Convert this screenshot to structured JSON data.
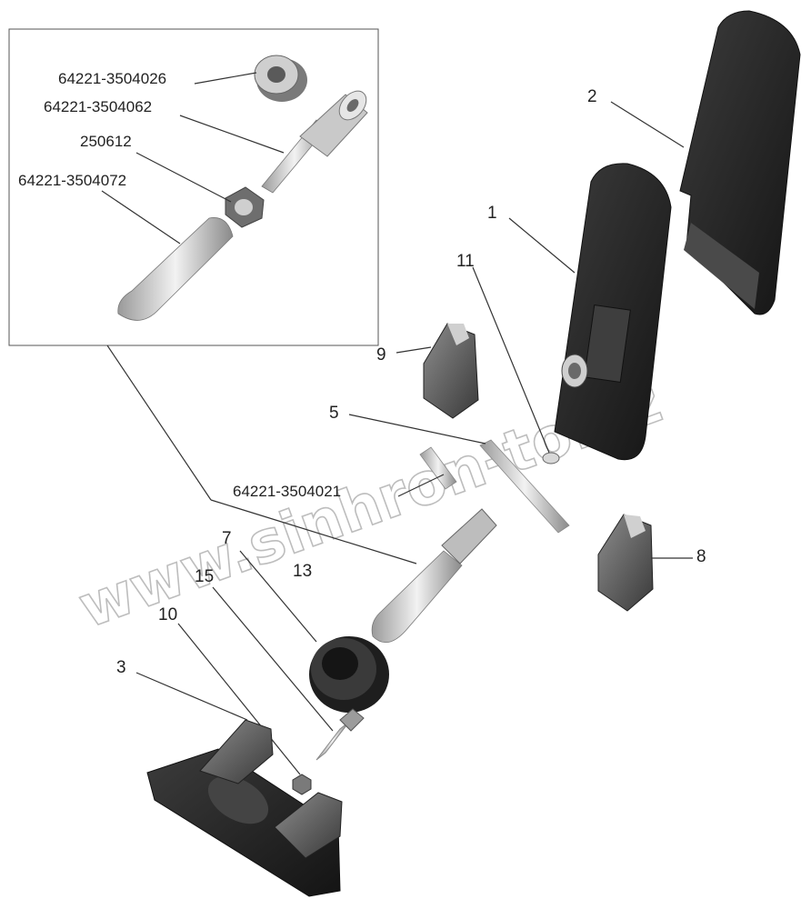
{
  "inset": {
    "part_numbers": [
      "64221-3504026",
      "64221-3504062",
      "250612",
      "64221-3504072"
    ]
  },
  "callouts": {
    "c1": "1",
    "c2": "2",
    "c3": "3",
    "c5": "5",
    "c7": "7",
    "c8": "8",
    "c9": "9",
    "c10": "10",
    "c11": "11",
    "c13": "13",
    "c15": "15",
    "pn_main": "64221-3504021"
  },
  "watermark": "www.sinhron-to.kz",
  "colors": {
    "part_dark": "#1c1c1c",
    "part_mid": "#3a3a3a",
    "part_light": "#d8d8d8",
    "line": "#333333"
  }
}
